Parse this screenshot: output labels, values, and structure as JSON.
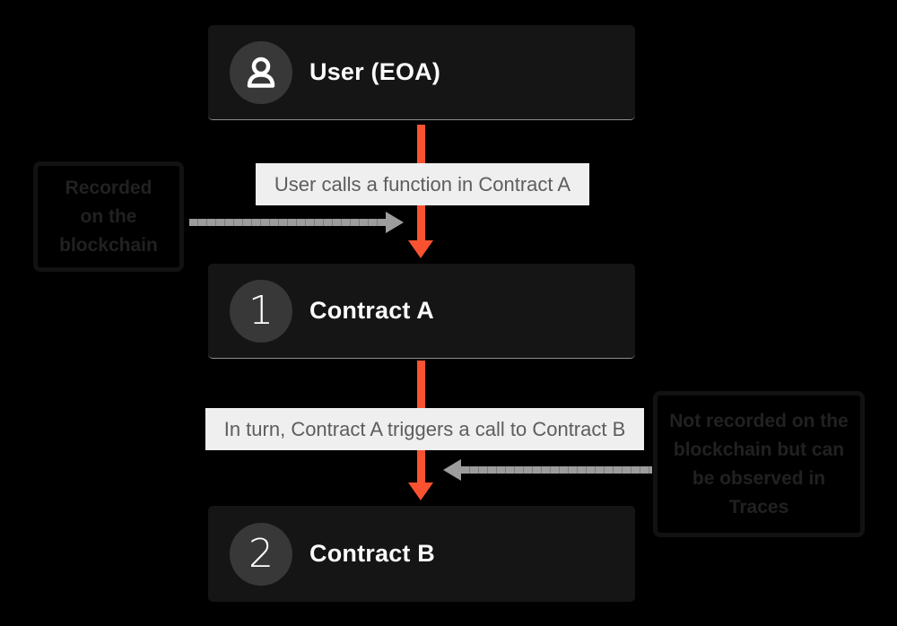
{
  "palette": {
    "background": "#000000",
    "node_bg": "#151515",
    "node_underline": "#8d8d8d",
    "badge_circle": "#383838",
    "title_text": "#fafafa",
    "accent_orange": "#f85231",
    "gray_arrow": "#9d9d9d",
    "label_bg": "#efefef",
    "label_text": "#5d5d5d",
    "annotation_border": "#121212",
    "annotation_text": "#212121"
  },
  "nodes": [
    {
      "id": "user-eoa",
      "title": "User (EOA)",
      "badge": ""
    },
    {
      "id": "contract-a",
      "title": "Contract A",
      "badge": "1"
    },
    {
      "id": "contract-b",
      "title": "Contract B",
      "badge": "2"
    }
  ],
  "flow_labels": [
    {
      "text": "User calls a function in Contract A"
    },
    {
      "text": "In turn, Contract A triggers a call to Contract B"
    }
  ],
  "annotations": {
    "left": {
      "lines": [
        "Recorded",
        "on the",
        "blockchain"
      ]
    },
    "right": {
      "lines": [
        "Not recorded on the",
        "blockchain but can",
        "be observed in",
        "Traces"
      ]
    }
  }
}
